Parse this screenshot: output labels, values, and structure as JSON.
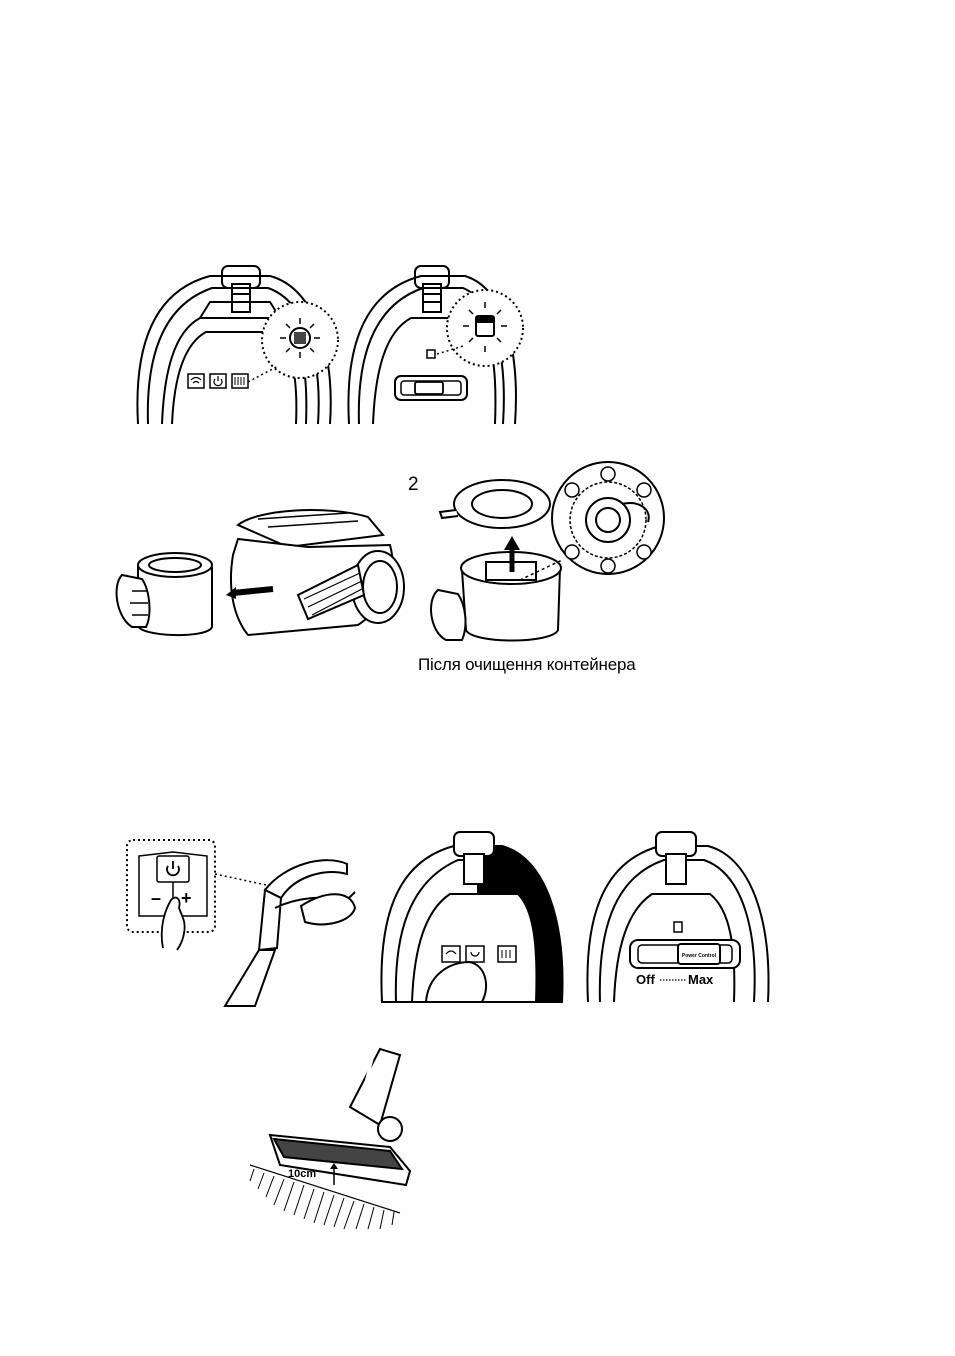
{
  "step": {
    "number": "2"
  },
  "caption": {
    "text": "Після очищення контейнера"
  },
  "handle_panel": {
    "minus": "–",
    "plus": "+"
  },
  "power_slider": {
    "off_label": "Off",
    "max_label": "Max",
    "knob_label": "Power Control"
  },
  "brush": {
    "height_label": "10cm"
  },
  "icons": [
    "filter-indicator-icon",
    "power-icon",
    "dust-bin-indicator-icon",
    "wireless-icon"
  ]
}
